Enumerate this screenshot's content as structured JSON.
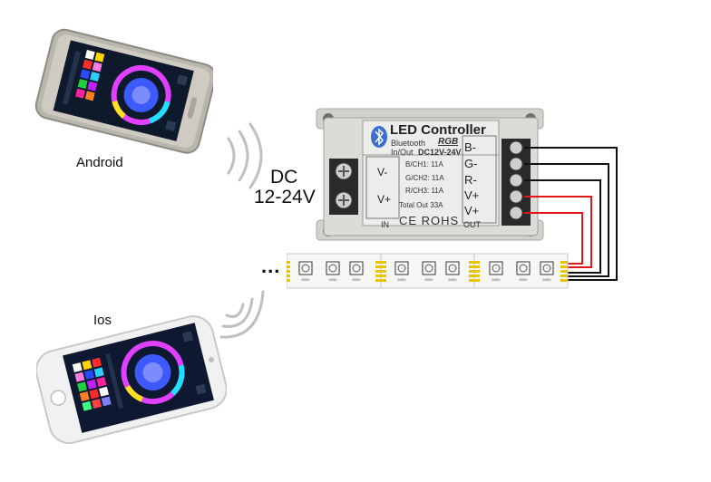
{
  "labels": {
    "android": "Android",
    "ios": "Ios",
    "dc": "DC",
    "voltage": "12-24V",
    "ellipsis": "..."
  },
  "controller": {
    "title": "LED Controller",
    "bluetooth": "Bluetooth",
    "rgb": "RGB",
    "inout": "In/Out",
    "dc_range": "DC12V-24V",
    "ch1": "B/CH1:  11A",
    "ch2": "G/CH2:  11A",
    "ch3": "R/CH3:  11A",
    "total": "Total Out  33A",
    "cert": "CE ROHS",
    "in_label": "IN",
    "out_label": "OUT",
    "in_terminals": [
      "V-",
      "V+"
    ],
    "out_terminals": [
      "B-",
      "G-",
      "R-",
      "V+",
      "V+"
    ]
  },
  "strip": {
    "chip_label": "5050",
    "pad_color": "#e8c400"
  },
  "colors": {
    "wire_black": "#111111",
    "wire_red": "#e01818",
    "controller_body": "#d9dbd6",
    "wave": "#bfbfbf"
  }
}
